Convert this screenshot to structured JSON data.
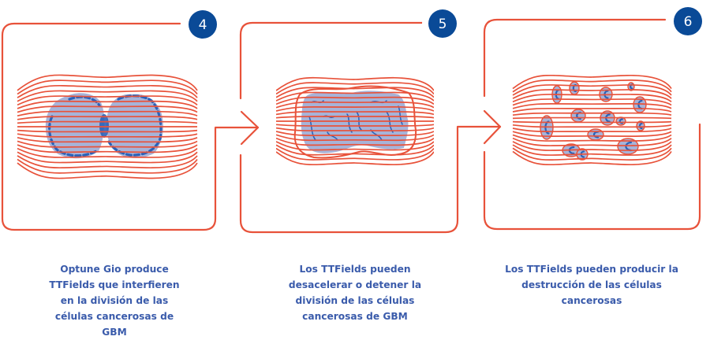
{
  "colors": {
    "frame": "#e8523a",
    "field_lines": "#e8523a",
    "badge": "#0a4a97",
    "badge_text": "#ffffff",
    "cell_fill": "#a7b3d8",
    "chromatin": "#2a62b8",
    "caption": "#3a5bab"
  },
  "steps": [
    {
      "number": "4",
      "state": "dividing-cell",
      "caption_lines": [
        "Optune Gio produce",
        "TTFields que interfieren",
        "en la división de las",
        "células cancerosas de",
        "GBM"
      ]
    },
    {
      "number": "5",
      "state": "arrested-division",
      "caption_lines": [
        "Los TTFields pueden",
        "desacelerar o detener la",
        "división de las células",
        "cancerosas de GBM"
      ]
    },
    {
      "number": "6",
      "state": "cell-destruction",
      "caption_lines": [
        "Los TTFields pueden producir la",
        "destrucción de las células",
        "cancerosas"
      ]
    }
  ]
}
